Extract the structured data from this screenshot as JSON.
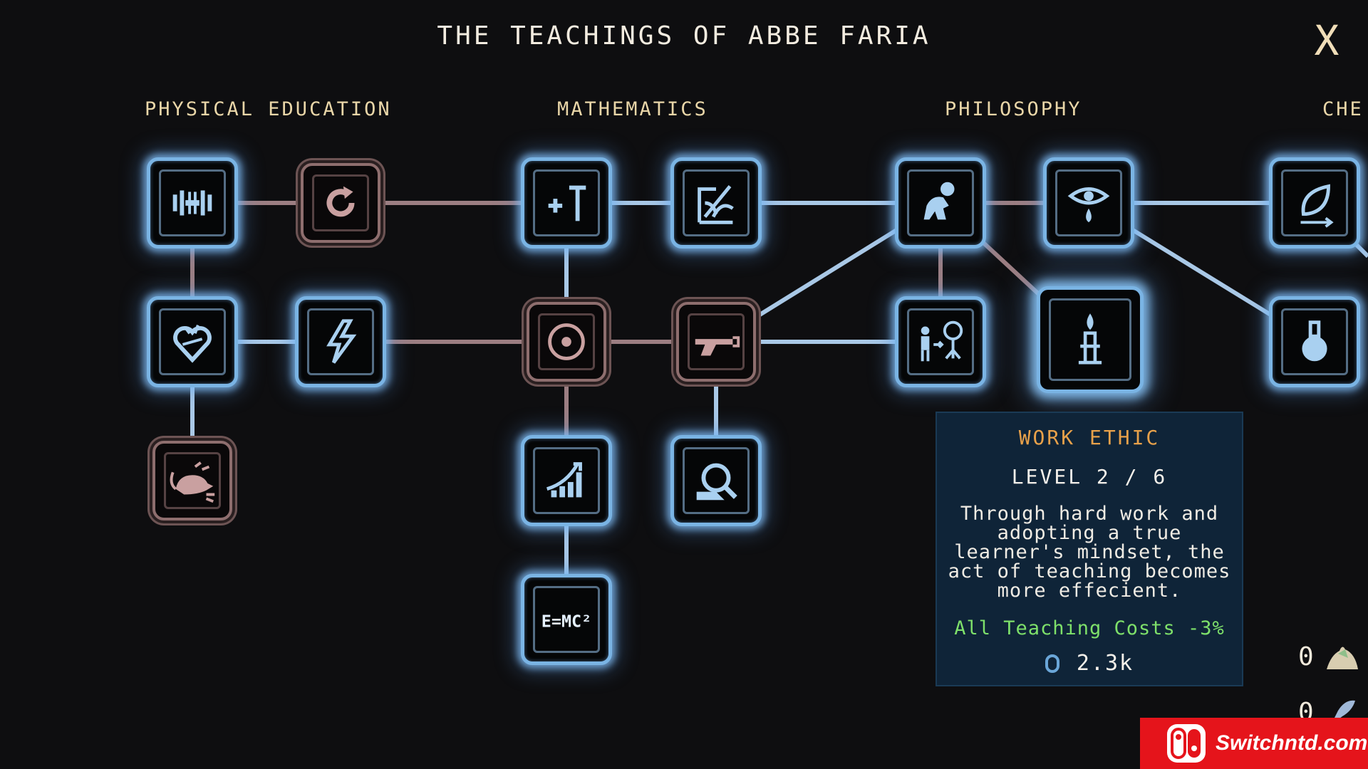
{
  "title": "THE TEACHINGS OF ABBE FARIA",
  "close_glyph": "X",
  "categories": [
    {
      "label": "PHYSICAL EDUCATION"
    },
    {
      "label": "MATHEMATICS"
    },
    {
      "label": "PHILOSOPHY"
    },
    {
      "label": "CHE"
    }
  ],
  "colors": {
    "active_border": "#7ab4e4",
    "inactive_border": "#8e6e6e",
    "link_active": "#a9c8e6",
    "link_inactive": "#9c7e82",
    "tooltip_bg": "#0f2438",
    "skill_name": "#e8a14a",
    "effect": "#7ee06a"
  },
  "nodes": [
    {
      "id": "dumbbell",
      "icon": "dumbbell-icon",
      "state": "active"
    },
    {
      "id": "refresh",
      "icon": "refresh-icon",
      "state": "inactive"
    },
    {
      "id": "heart",
      "icon": "heart-icon",
      "state": "active"
    },
    {
      "id": "lightning",
      "icon": "lightning-icon",
      "state": "active"
    },
    {
      "id": "rat",
      "icon": "rat-icon",
      "state": "inactive"
    },
    {
      "id": "plus-tree",
      "icon": "addition-icon",
      "state": "active"
    },
    {
      "id": "geometry",
      "icon": "geometry-icon",
      "state": "active"
    },
    {
      "id": "target",
      "icon": "target-icon",
      "state": "inactive"
    },
    {
      "id": "pistol",
      "icon": "pistol-icon",
      "state": "inactive"
    },
    {
      "id": "growth",
      "icon": "growth-chart-icon",
      "state": "active"
    },
    {
      "id": "magnifier",
      "icon": "magnifier-icon",
      "state": "active"
    },
    {
      "id": "emc2",
      "icon": "emc2-icon",
      "state": "active",
      "text": "E=MC²"
    },
    {
      "id": "thinker",
      "icon": "thinker-icon",
      "state": "active"
    },
    {
      "id": "eye-tear",
      "icon": "eye-tear-icon",
      "state": "active"
    },
    {
      "id": "person-tree",
      "icon": "person-tree-icon",
      "state": "active"
    },
    {
      "id": "candle",
      "icon": "candle-icon",
      "state": "active",
      "selected": true
    },
    {
      "id": "leaf",
      "icon": "leaf-icon",
      "state": "active"
    },
    {
      "id": "flask",
      "icon": "flask-icon",
      "state": "active"
    }
  ],
  "tooltip": {
    "name": "WORK ETHIC",
    "level": "LEVEL 2 / 6",
    "description": "Through hard work and adopting a true learner's mindset, the act of teaching becomes more effecient.",
    "effect": "All Teaching Costs -3%",
    "cost": "2.3k"
  },
  "resources": [
    {
      "value": "0",
      "icon": "mound-icon"
    },
    {
      "value": "0",
      "icon": "feather-icon"
    }
  ],
  "watermark": {
    "text": "Switchntd.com",
    "icon": "nintendo-switch-icon"
  }
}
